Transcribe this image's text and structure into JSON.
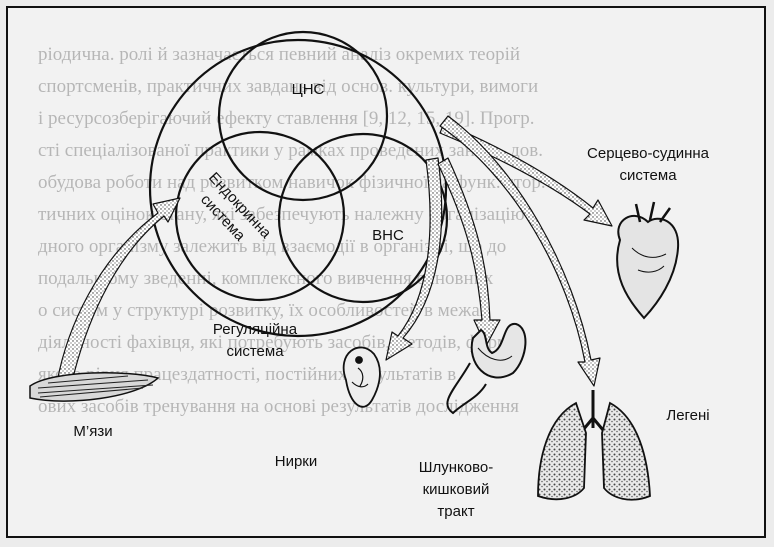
{
  "labels": {
    "cns": "ЦНС",
    "ans": "ВНС",
    "endocrine_1": "Ендокринна",
    "endocrine_2": "система",
    "regulatory_1": "Регуляційна",
    "regulatory_2": "система",
    "cardio_1": "Серцево-судинна",
    "cardio_2": "система",
    "muscles": "М’язи",
    "kidneys": "Нирки",
    "gi_1": "Шлунково-",
    "gi_2": "кишковий",
    "gi_3": "тракт",
    "lungs": "Легені"
  },
  "background_text": [
    "ріодична. ролі й зазначається певний аналіз окремих теорій",
    "спортсменів, практичних завдань від основ. культури, вимоги",
    "і ресурсозберігаючий ефекту ставлення [9, 12, 15, 19]. Прогр.",
    "сті спеціалізованої практики у рамках проведених занять, дов.",
    "обудова роботи над розвитком навичок фізичної та функ. стор.",
    "тичних оцінок стану, які забезпечують належну організацію",
    "дного організму залежить від взаємодії в організмі, що до",
    "подальшому зведенні, комплексного вивчення основних",
    "о систем у структурі розвитку, їх особливостей в межах",
    "діяльності фахівця, які потребують засобів, методів, форм",
    "якого рівня працездатності, постійних результатів в",
    "ових засобів тренування на основі результатів дослідження"
  ]
}
